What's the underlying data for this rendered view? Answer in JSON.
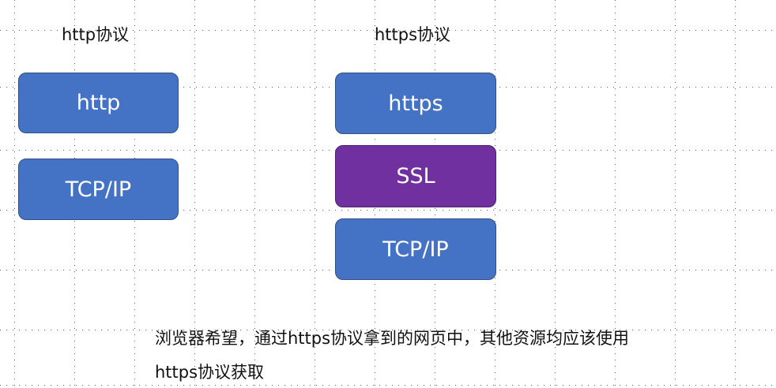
{
  "left_stack": {
    "title": "http协议",
    "layers": [
      "http",
      "TCP/IP"
    ]
  },
  "right_stack": {
    "title": "https协议",
    "layers": [
      "https",
      "SSL",
      "TCP/IP"
    ]
  },
  "note": {
    "line1": "浏览器希望，通过https协议拿到的网页中，其他资源均应该使用",
    "line2": "https协议获取"
  },
  "colors": {
    "layer_blue": "#4472c4",
    "layer_purple": "#7030a0"
  }
}
